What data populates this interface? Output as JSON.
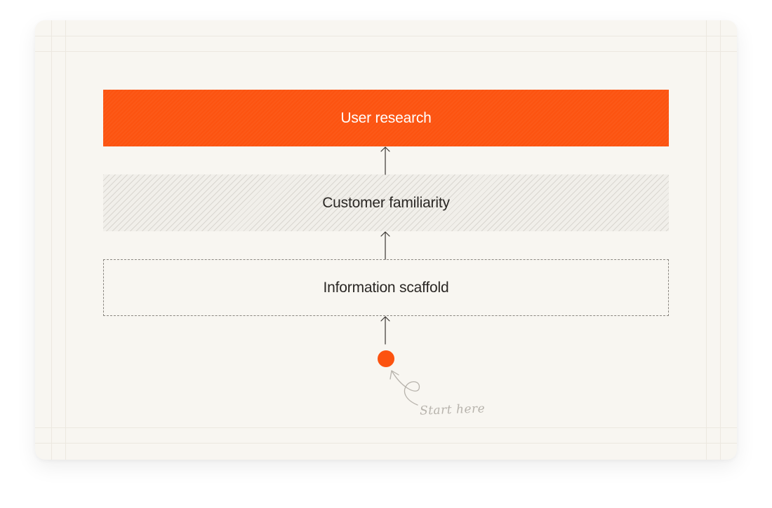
{
  "layers": {
    "user_research": "User research",
    "customer_familiarity": "Customer familiarity",
    "information_scaffold": "Information scaffold"
  },
  "start_note": "Start here",
  "colors": {
    "accent": "#fc5310",
    "card_background": "#f8f6f1",
    "hatch_line": "#d9d6d0",
    "arrow": "#3a3632",
    "annotation": "#b7b3ac"
  },
  "icons": {
    "arrows": "up-arrow-icon",
    "start_marker": "dot-icon",
    "annotation_arrow": "curly-arrow-icon"
  }
}
